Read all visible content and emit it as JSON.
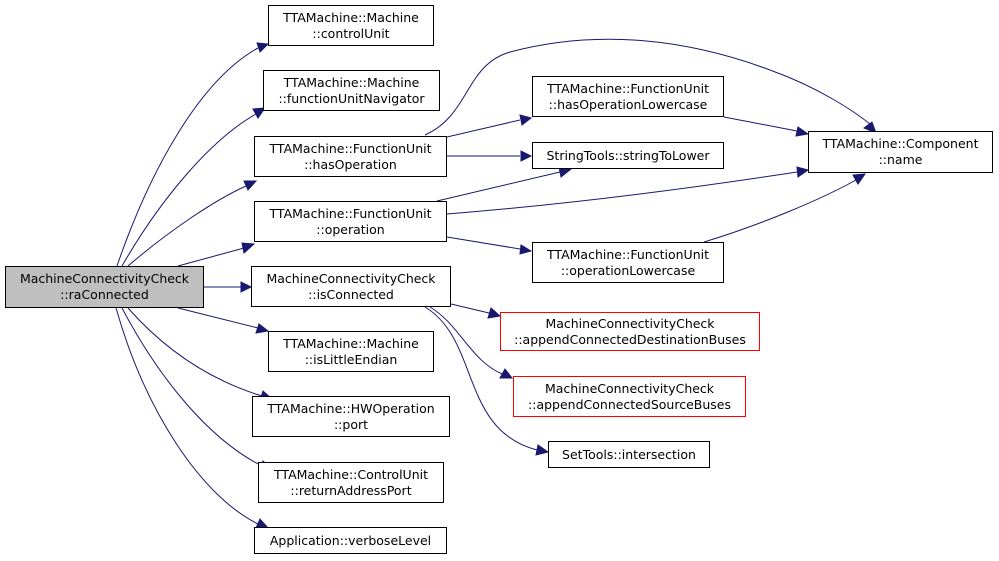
{
  "colors": {
    "edge": "#191970",
    "root_fill": "#bfbfbf",
    "external_border": "#ff0000",
    "node_border": "#000000"
  },
  "nodes": {
    "root": {
      "line1": "MachineConnectivityCheck",
      "line2": "::raConnected"
    },
    "controlUnit": {
      "line1": "TTAMachine::Machine",
      "line2": "::controlUnit"
    },
    "functionUnitNavigator": {
      "line1": "TTAMachine::Machine",
      "line2": "::functionUnitNavigator"
    },
    "hasOperation": {
      "line1": "TTAMachine::FunctionUnit",
      "line2": "::hasOperation"
    },
    "operation": {
      "line1": "TTAMachine::FunctionUnit",
      "line2": "::operation"
    },
    "isConnected": {
      "line1": "MachineConnectivityCheck",
      "line2": "::isConnected"
    },
    "isLittleEndian": {
      "line1": "TTAMachine::Machine",
      "line2": "::isLittleEndian"
    },
    "port": {
      "line1": "TTAMachine::HWOperation",
      "line2": "::port"
    },
    "returnAddressPort": {
      "line1": "TTAMachine::ControlUnit",
      "line2": "::returnAddressPort"
    },
    "verboseLevel": {
      "line1": "Application::verboseLevel",
      "line2": ""
    },
    "hasOperationLowercase": {
      "line1": "TTAMachine::FunctionUnit",
      "line2": "::hasOperationLowercase"
    },
    "stringToLower": {
      "line1": "StringTools::stringToLower",
      "line2": ""
    },
    "operationLowercase": {
      "line1": "TTAMachine::FunctionUnit",
      "line2": "::operationLowercase"
    },
    "componentName": {
      "line1": "TTAMachine::Component",
      "line2": "::name"
    },
    "appendDest": {
      "line1": "MachineConnectivityCheck",
      "line2": "::appendConnectedDestinationBuses"
    },
    "appendSource": {
      "line1": "MachineConnectivityCheck",
      "line2": "::appendConnectedSourceBuses"
    },
    "intersection": {
      "line1": "SetTools::intersection",
      "line2": ""
    }
  }
}
